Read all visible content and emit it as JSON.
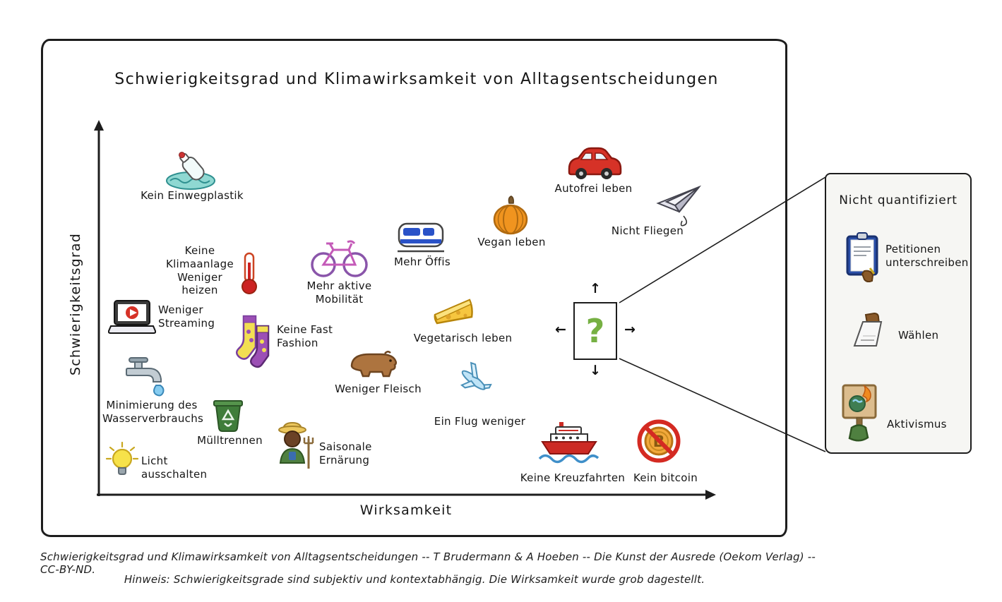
{
  "title": "Schwierigkeitsgrad und Klimawirksamkeit von Alltagsentscheidungen",
  "axes": {
    "y_label": "Schwierigkeitsgrad",
    "x_label": "Wirksamkeit"
  },
  "items": [
    {
      "id": "kein-einwegplastik",
      "icon": "plastic-bottle-in-water",
      "label": "Kein Einwegplastik"
    },
    {
      "id": "keine-klimaanlage-weniger-heizen",
      "icon": "thermometer",
      "label": "Keine\nKlimaanlage\nWeniger heizen"
    },
    {
      "id": "mehr-aktive-mobilitaet",
      "icon": "bicycle",
      "label": "Mehr aktive\nMobilität"
    },
    {
      "id": "mehr-oeffis",
      "icon": "train",
      "label": "Mehr Öffis"
    },
    {
      "id": "vegan-leben",
      "icon": "pumpkin",
      "label": "Vegan leben"
    },
    {
      "id": "autofrei-leben",
      "icon": "car",
      "label": "Autofrei leben"
    },
    {
      "id": "nicht-fliegen",
      "icon": "paper-plane",
      "label": "Nicht Fliegen"
    },
    {
      "id": "weniger-streaming",
      "icon": "laptop-play",
      "label": "Weniger\nStreaming"
    },
    {
      "id": "keine-fast-fashion",
      "icon": "socks",
      "label": "Keine Fast\nFashion"
    },
    {
      "id": "vegetarisch-leben",
      "icon": "cheese",
      "label": "Vegetarisch leben"
    },
    {
      "id": "weniger-fleisch",
      "icon": "capybara",
      "label": "Weniger Fleisch"
    },
    {
      "id": "ein-flug-weniger",
      "icon": "airplane",
      "label": "Ein Flug weniger"
    },
    {
      "id": "minimierung-des-wasserverbrauchs",
      "icon": "faucet",
      "label": "Minimierung des\nWasserverbrauchs"
    },
    {
      "id": "muelltrennen",
      "icon": "recycling-bin",
      "label": "Mülltrennen"
    },
    {
      "id": "saisonale-ernaerung",
      "icon": "farmer",
      "label": "Saisonale\nErnärung"
    },
    {
      "id": "licht-ausschalten",
      "icon": "lightbulb",
      "label": "Licht\nausschalten"
    },
    {
      "id": "keine-kreuzfahrten",
      "icon": "cruise-ship",
      "label": "Keine Kreuzfahrten"
    },
    {
      "id": "kein-bitcoin",
      "icon": "bitcoin-prohibited",
      "label": "Kein bitcoin"
    }
  ],
  "question_box": {
    "symbol": "?",
    "arrow_up": "↑",
    "arrow_down": "↓",
    "arrow_left": "←",
    "arrow_right": "→"
  },
  "side_panel": {
    "title": "Nicht quantifiziert",
    "items": [
      {
        "id": "petitionen-unterschreiben",
        "icon": "petition-clipboard",
        "label": "Petitionen\nunterschreiben"
      },
      {
        "id": "waehlen",
        "icon": "ballot-hand",
        "label": "Wählen"
      },
      {
        "id": "aktivismus",
        "icon": "protest-sign",
        "label": "Aktivismus"
      }
    ]
  },
  "captions": {
    "line1": "Schwierigkeitsgrad und Klimawirksamkeit von Alltagsentscheidungen -- T Brudermann & A Hoeben -- Die Kunst der Ausrede (Oekom Verlag) -- CC-BY-ND.",
    "line2": "Hinweis: Schwierigkeitsgrade sind subjektiv und kontextabhängig. Die Wirksamkeit wurde grob dagestellt."
  },
  "colors": {
    "accent_green": "#76b043",
    "ink": "#1d1d1d",
    "panel_bg": "#f6f6f3"
  },
  "chart_data": {
    "type": "scatter",
    "title": "Schwierigkeitsgrad und Klimawirksamkeit von Alltagsentscheidungen",
    "xlabel": "Wirksamkeit",
    "ylabel": "Schwierigkeitsgrad",
    "x_range": [
      0,
      10
    ],
    "y_range": [
      0,
      10
    ],
    "grid": false,
    "points": [
      {
        "label": "Kein Einwegplastik",
        "x": 1.5,
        "y": 8.6
      },
      {
        "label": "Keine Klimaanlage / Weniger heizen",
        "x": 2.4,
        "y": 5.9
      },
      {
        "label": "Mehr aktive Mobilität",
        "x": 3.9,
        "y": 6.3
      },
      {
        "label": "Mehr Öffis",
        "x": 5.2,
        "y": 6.8
      },
      {
        "label": "Vegan leben",
        "x": 6.7,
        "y": 7.4
      },
      {
        "label": "Autofrei leben",
        "x": 8.0,
        "y": 8.8
      },
      {
        "label": "Nicht Fliegen",
        "x": 9.4,
        "y": 7.6
      },
      {
        "label": "Weniger Streaming",
        "x": 0.5,
        "y": 4.7
      },
      {
        "label": "Keine Fast Fashion",
        "x": 2.5,
        "y": 3.9
      },
      {
        "label": "Vegetarisch leben",
        "x": 5.7,
        "y": 4.9
      },
      {
        "label": "Weniger Fleisch",
        "x": 4.5,
        "y": 3.4
      },
      {
        "label": "Ein Flug weniger",
        "x": 6.1,
        "y": 3.0
      },
      {
        "label": "Minimierung des Wasserverbrauchs",
        "x": 0.8,
        "y": 3.1
      },
      {
        "label": "Mülltrennen",
        "x": 2.1,
        "y": 2.1
      },
      {
        "label": "Saisonale Ernärung",
        "x": 3.2,
        "y": 1.3
      },
      {
        "label": "Licht ausschalten",
        "x": 0.4,
        "y": 0.9
      },
      {
        "label": "Keine Kreuzfahrten",
        "x": 7.6,
        "y": 1.3
      },
      {
        "label": "Kein bitcoin",
        "x": 9.1,
        "y": 1.3
      },
      {
        "label": "?",
        "x": 8.0,
        "y": 4.4
      }
    ],
    "annotations": [
      "Frage-Box mit Pfeilen (Position unbestimmt)",
      "Seitenkasten: Nicht quantifiziert — Petitionen unterschreiben, Wählen, Aktivismus"
    ]
  }
}
